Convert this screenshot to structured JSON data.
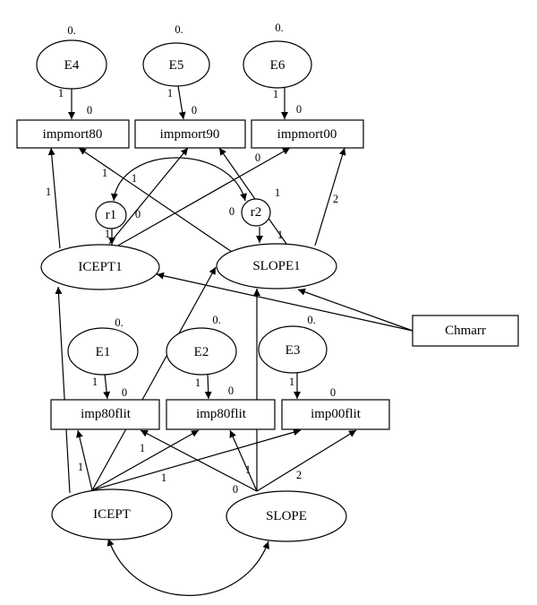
{
  "nodes": {
    "e4": "E4",
    "e5": "E5",
    "e6": "E6",
    "impmort80": "impmort80",
    "impmort90": "impmort90",
    "impmort00": "impmort00",
    "r1": "r1",
    "r2": "r2",
    "icept1": "ICEPT1",
    "slope1": "SLOPE1",
    "chmarr": "Chmarr",
    "e1": "E1",
    "e2": "E2",
    "e3": "E3",
    "imp80flit_a": "imp80flit",
    "imp80flit_b": "imp80flit",
    "imp00flit": "imp00flit",
    "icept": "ICEPT",
    "slope": "SLOPE"
  },
  "means": {
    "e4": "0.",
    "e5": "0.",
    "e6": "0.",
    "e1": "0.",
    "e2": "0.",
    "e3": "0."
  },
  "weights": {
    "e4_path": "1",
    "e4_int": "0",
    "e5_path": "1",
    "e5_int": "0",
    "e6_path": "1",
    "e6_int": "0",
    "icept1_80": "1",
    "icept1_90": "1",
    "icept1_00": "0",
    "slope1_80": "1",
    "slope1_90": "1",
    "slope1_00": "2",
    "r1_mean": "0",
    "r1_path": "1",
    "r2_mean": "0",
    "r2_path": "1",
    "e1_path": "1",
    "e1_int": "0",
    "e2_path": "1",
    "e2_int": "0",
    "e3_path": "1",
    "e3_int": "0",
    "icept_a": "1",
    "icept_b": "1",
    "icept_c": "1",
    "slope_a": "1",
    "slope_b": "0",
    "slope_c": "2"
  }
}
